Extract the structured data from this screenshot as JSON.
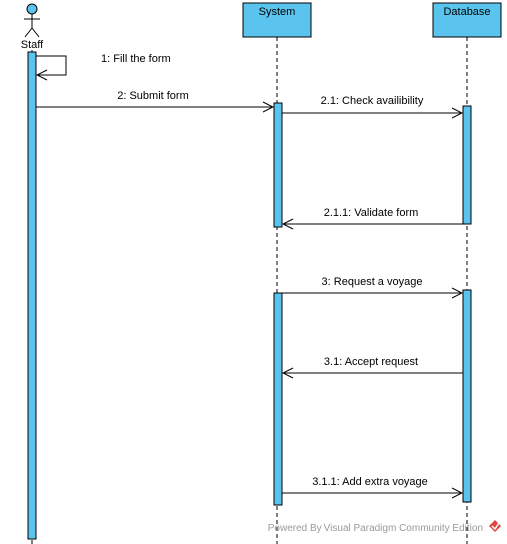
{
  "actor": {
    "name": "Staff"
  },
  "lifelines": [
    {
      "name": "System"
    },
    {
      "name": "Database"
    }
  ],
  "messages": [
    {
      "label": "1: Fill the form"
    },
    {
      "label": "2: Submit form"
    },
    {
      "label": "2.1: Check availibility"
    },
    {
      "label": "2.1.1: Validate form"
    },
    {
      "label": "3: Request a voyage"
    },
    {
      "label": "3.1: Accept request"
    },
    {
      "label": "3.1.1: Add extra voyage"
    }
  ],
  "footer": {
    "watermark": "Powered By Visual Paradigm Community Edition"
  },
  "colors": {
    "fill": "#5bc4ee",
    "header_fill": "#5bc4ee",
    "line": "#000000",
    "watermark_text": "#9a9a9a",
    "logo": "#e0453f"
  }
}
